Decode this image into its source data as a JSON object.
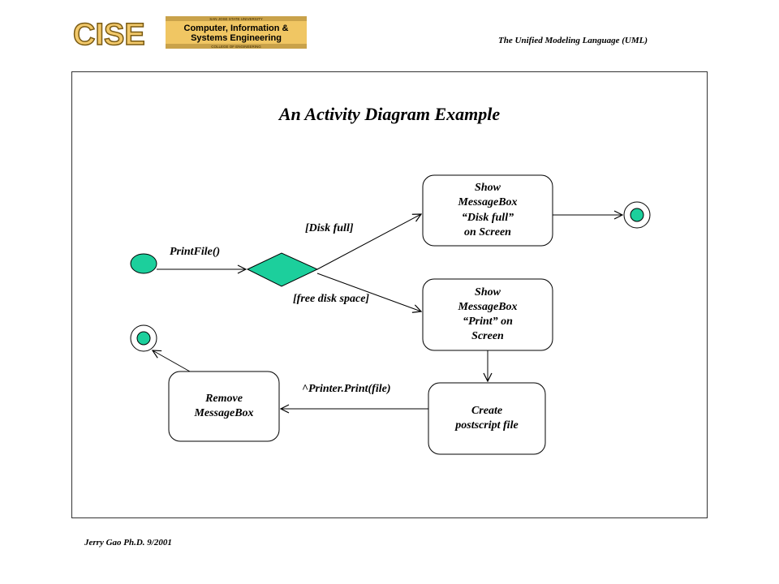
{
  "header": {
    "logo_text": "CISE",
    "logo_university": "SAN JOSE STATE UNIVERSITY",
    "logo_line1": "Computer, Information &",
    "logo_line2": "Systems Engineering",
    "logo_college": "COLLEGE OF ENGINEERING",
    "course_title": "The Unified Modeling Language (UML)"
  },
  "diagram": {
    "title": "An Activity Diagram Example",
    "nodes": {
      "show_disk_full": "Show\nMessageBox\n“Disk full”\non Screen",
      "show_print": "Show\nMessageBox\n“Print” on\nScreen",
      "create_postscript": "Create\npostscript file",
      "remove_messagebox": "Remove\nMessageBox"
    },
    "edges": {
      "print_file": "PrintFile()",
      "disk_full_guard": "[Disk full]",
      "free_space_guard": "[free disk space]",
      "printer_print": "^Printer.Print(file)"
    },
    "colors": {
      "fill": "#1ccf9c",
      "stroke": "#000000"
    }
  },
  "footer": {
    "author": "Jerry Gao Ph.D.  9/2001"
  }
}
